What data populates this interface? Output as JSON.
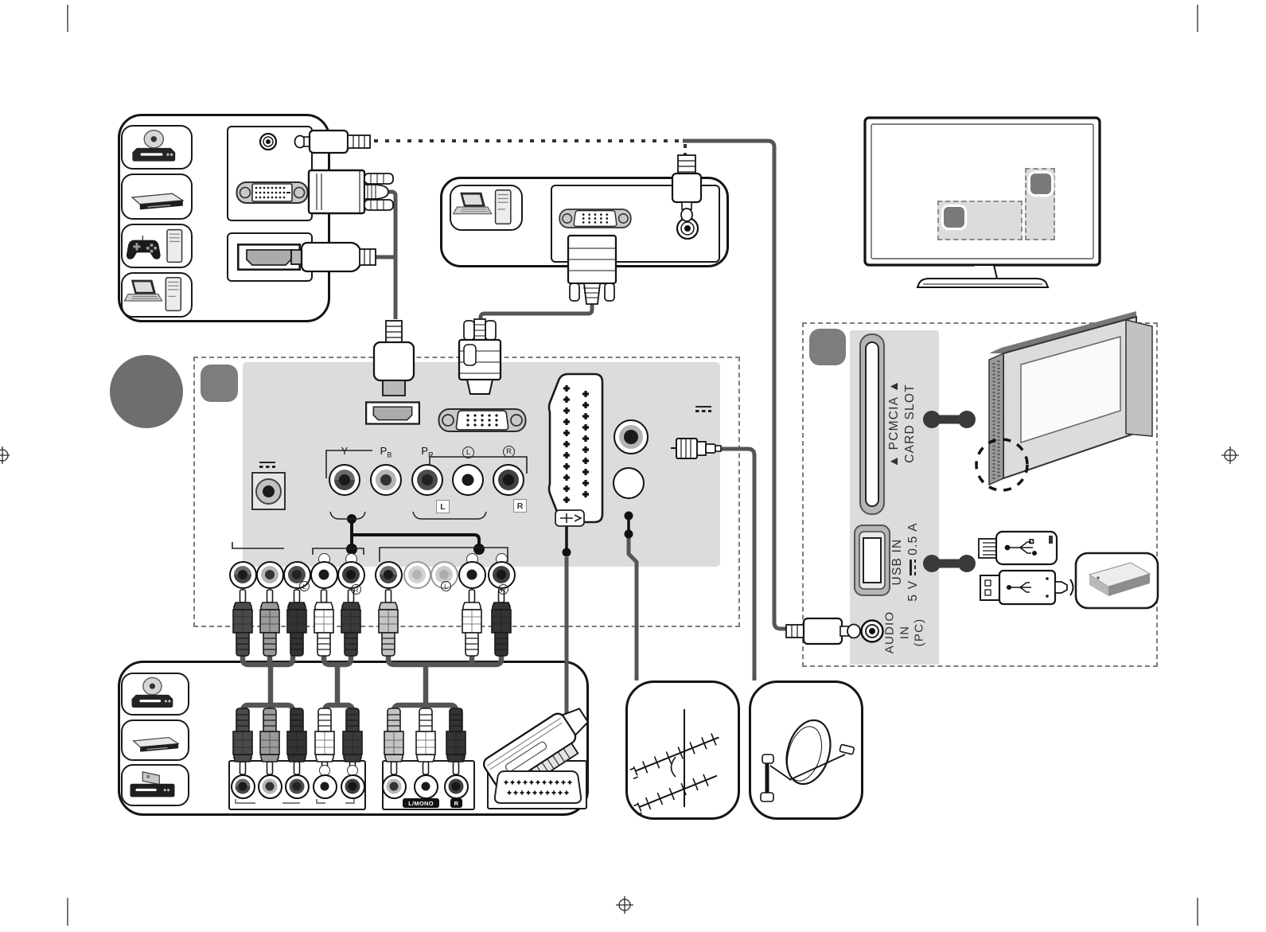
{
  "rear_panel": {
    "y": "Y",
    "pb": "P",
    "pb_sub": "B",
    "pr": "P",
    "pr_sub": "R",
    "audio_l": "L",
    "audio_r": "R",
    "boxed_l": "L",
    "boxed_r": "R"
  },
  "jack_groups": {
    "l": "L",
    "r": "R"
  },
  "bottom_box": {
    "l_mono": "L/MONO",
    "r": "R"
  },
  "side_panel": {
    "pcmcia_line1": "▲ PCMCIA ▲",
    "pcmcia_line2": "CARD SLOT",
    "usb_line1": "USB IN",
    "usb_v": "5 V",
    "usb_a": "0.5 A",
    "audio_l1": "AUDIO",
    "audio_l2": "IN",
    "audio_l3": "(PC)"
  }
}
